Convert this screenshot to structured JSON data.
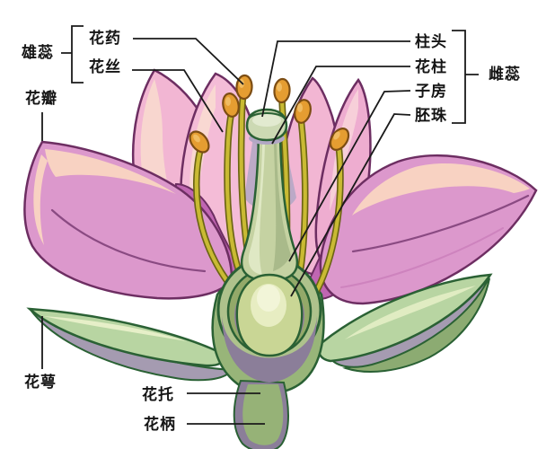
{
  "diagram": {
    "type": "flower-anatomy-cross-section",
    "background": "#ffffff",
    "label_groups": {
      "stamen_group": {
        "group_label": "雄蕊",
        "parts": {
          "anther": "花药",
          "filament": "花丝"
        }
      },
      "pistil_group": {
        "group_label": "雌蕊",
        "parts": {
          "stigma": "柱头",
          "style": "花柱",
          "ovary": "子房",
          "ovule": "胚珠"
        }
      },
      "other_parts": {
        "petal": "花瓣",
        "sepal": "花萼",
        "receptacle": "花托",
        "pedicel": "花柄"
      }
    },
    "colors": {
      "petal_main": "#dc98cc",
      "petal_light": "#f3bcd7",
      "petal_highlight": "#f8d2c2",
      "petal_outline": "#6d2e62",
      "petal_shadow": "#c066b2",
      "filament": "#c9ba33",
      "filament_outline": "#6b6414",
      "anther": "#e59d31",
      "anther_outline": "#7c4d13",
      "pistil_green": "#c5d2a2",
      "green_outline": "#2a6134",
      "ovary_wall": "#aec28c",
      "ovary_inner_shadow": "#91809b",
      "ovule": "#c9d695",
      "ovule_highlight": "#f2f5d8",
      "sepal": "#b8d5a2",
      "sepal_underside": "#a59bb1",
      "stem": "#98b579",
      "stem_shadow": "#8b7e99",
      "label_text": "#141414",
      "leader_line": "#1a1a1a"
    }
  }
}
